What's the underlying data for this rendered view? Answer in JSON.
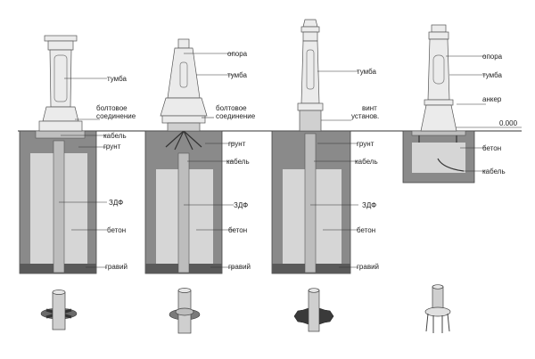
{
  "level_mark": "0.000",
  "fig1": {
    "tumba": "тумба",
    "bolt_1": "болтовое",
    "bolt_2": "соединение",
    "kabel": "кабель",
    "grunt": "грунт",
    "zdf": "ЗДФ",
    "beton": "бетон",
    "graviy": "гравий"
  },
  "fig2": {
    "opora": "опора",
    "tumba": "тумба",
    "bolt_1": "болтовое",
    "bolt_2": "соединение",
    "grunt": "грунт",
    "kabel": "кабель",
    "zdf": "ЗДФ",
    "beton": "бетон",
    "graviy": "гравий"
  },
  "fig3": {
    "tumba": "тумба",
    "vint_1": "винт",
    "vint_2": "установ.",
    "grunt": "грунт",
    "kabel": "кабель",
    "zdf": "ЗДФ",
    "beton": "бетон",
    "graviy": "гравий"
  },
  "fig4": {
    "opora": "опора",
    "tumba": "тумба",
    "anker": "анкер",
    "beton": "бетон",
    "kabel": "кабель"
  },
  "colors": {
    "soil": "#8a8a8a",
    "concrete": "#d6d6d6",
    "gravel": "#5a5a5a",
    "post": "#ebebeb",
    "outline": "#444444"
  }
}
